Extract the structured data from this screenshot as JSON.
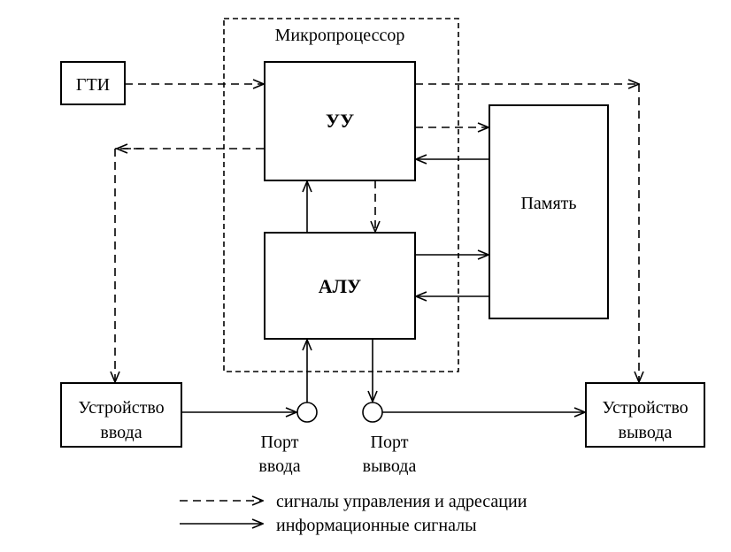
{
  "diagram": {
    "microprocessor_label": "Микропроцессор",
    "gti_label": "ГТИ",
    "uu_label": "УУ",
    "alu_label": "АЛУ",
    "memory_label": "Память",
    "input_device": [
      "Устройство",
      "ввода"
    ],
    "output_device": [
      "Устройство",
      "вывода"
    ],
    "input_port": [
      "Порт",
      "ввода"
    ],
    "output_port": [
      "Порт",
      "вывода"
    ]
  },
  "legend": {
    "control_signals": "сигналы управления и адресации",
    "info_signals": "информационные сигналы"
  },
  "colors": {
    "line": "#000000",
    "background": "#ffffff"
  }
}
